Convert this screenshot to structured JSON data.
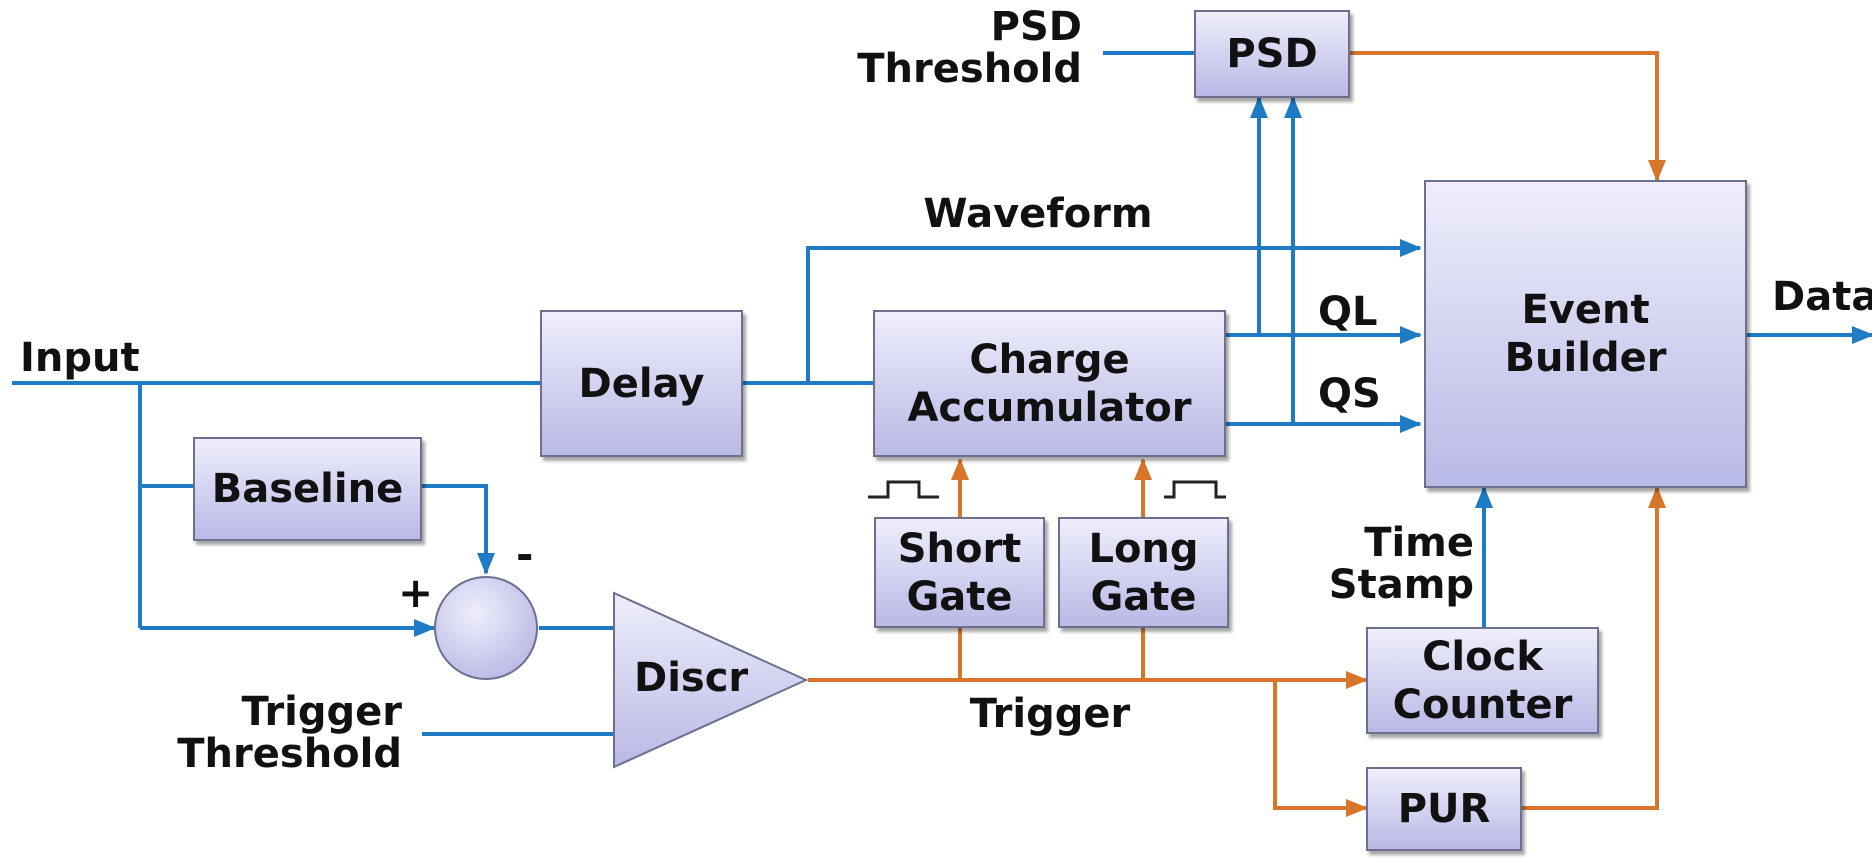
{
  "boxes": {
    "psd": "PSD",
    "delay": "Delay",
    "charge_accumulator": "Charge\nAccumulator",
    "baseline": "Baseline",
    "short_gate": "Short\nGate",
    "long_gate": "Long\nGate",
    "event_builder": "Event\nBuilder",
    "clock_counter": "Clock\nCounter",
    "pur": "PUR",
    "discr": "Discr"
  },
  "labels": {
    "psd_threshold": "PSD\nThreshold",
    "waveform": "Waveform",
    "input": "Input",
    "ql": "QL",
    "qs": "QS",
    "data": "Data",
    "time_stamp": "Time\nStamp",
    "trigger": "Trigger",
    "trigger_threshold": "Trigger\nThreshold",
    "plus": "+",
    "minus": "-"
  },
  "colors": {
    "signal_line": "#1f7bc4",
    "trigger_line": "#d7762a",
    "box_fill_top": "#eeeefc",
    "box_fill_bottom": "#b9b9e6",
    "box_border": "#6d6f8f"
  }
}
